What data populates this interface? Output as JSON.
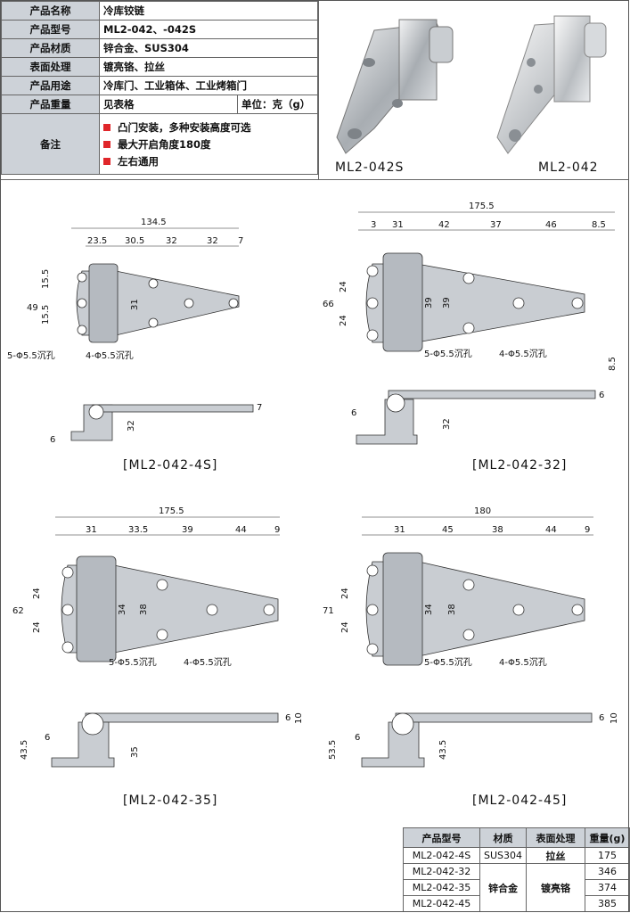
{
  "spec": {
    "rows": [
      {
        "label": "产品名称",
        "value": "冷库铰链"
      },
      {
        "label": "产品型号",
        "value": "ML2-042、-042S"
      },
      {
        "label": "产品材质",
        "value": "锌合金、SUS304"
      },
      {
        "label": "表面处理",
        "value": "镀亮铬、拉丝"
      },
      {
        "label": "产品用途",
        "value": "冷库门、工业箱体、工业烤箱门"
      },
      {
        "label": "产品重量",
        "value": "见表格",
        "unit": "单位：克（g）"
      }
    ],
    "notes_label": "备注",
    "notes": [
      "凸门安装，多种安装高度可选",
      "最大开启角度180度",
      "左右通用"
    ]
  },
  "photos": [
    "ML2-042S",
    "ML2-042"
  ],
  "drawings": [
    {
      "caption": "[ML2-042-4S]",
      "total": "134.5",
      "segs": [
        "23.5",
        "30.5",
        "32",
        "32",
        "7"
      ],
      "height": "49",
      "v1": "15.5",
      "v2": "15.5",
      "inner": "31",
      "holes_a": "5-Φ5.5沉孔",
      "holes_b": "4-Φ5.5沉孔",
      "side_h": "32",
      "side_t": "7",
      "side_base": "6"
    },
    {
      "caption": "[ML2-042-32]",
      "total": "175.5",
      "segs": [
        "3",
        "31",
        "42",
        "37",
        "46",
        "8.5"
      ],
      "height": "66",
      "v1": "24",
      "v2": "24",
      "inner": "39",
      "inner2": "39",
      "holes_a": "5-Φ5.5沉孔",
      "holes_b": "4-Φ5.5沉孔",
      "side_h": "32",
      "side_t": "6",
      "side_top": "8.5",
      "side_base": "6"
    },
    {
      "caption": "[ML2-042-35]",
      "total": "175.5",
      "segs": [
        "31",
        "33.5",
        "39",
        "44",
        "9"
      ],
      "height": "62",
      "v1": "24",
      "v2": "24",
      "inner": "34",
      "inner2": "38",
      "holes_a": "5-Φ5.5沉孔",
      "holes_b": "4-Φ5.5沉孔",
      "side_h": "35",
      "side_total": "43.5",
      "side_t": "6",
      "side_top": "10",
      "side_base": "6"
    },
    {
      "caption": "[ML2-042-45]",
      "total": "180",
      "segs": [
        "31",
        "45",
        "38",
        "44",
        "9"
      ],
      "height": "71",
      "v1": "24",
      "v2": "24",
      "inner": "34",
      "inner2": "38",
      "holes_a": "5-Φ5.5沉孔",
      "holes_b": "4-Φ5.5沉孔",
      "side_h": "43.5",
      "side_total": "53.5",
      "side_t": "6",
      "side_top": "10",
      "side_base": "6"
    }
  ],
  "weights": {
    "headers": [
      "产品型号",
      "材质",
      "表面处理",
      "重量(g)"
    ],
    "rows": [
      {
        "model": "ML2-042-4S",
        "material": "SUS304",
        "finish": "拉丝",
        "weight": "175"
      },
      {
        "model": "ML2-042-32",
        "material": "",
        "finish": "",
        "weight": "346"
      },
      {
        "model": "ML2-042-35",
        "material": "锌合金",
        "finish": "镀亮铬",
        "weight": "374"
      },
      {
        "model": "ML2-042-45",
        "material": "",
        "finish": "",
        "weight": "385"
      }
    ]
  },
  "colors": {
    "accent": "#e0262a",
    "header_bg": "#cdd2d8"
  }
}
